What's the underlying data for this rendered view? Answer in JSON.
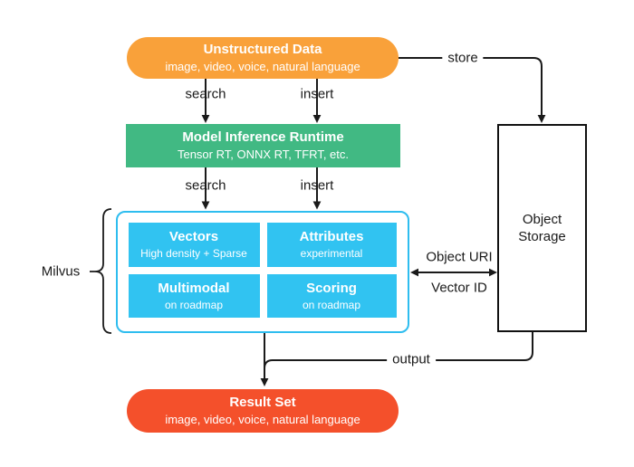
{
  "colors": {
    "orange": "#F9A13A",
    "green": "#41B983",
    "cyan_cell": "#31C3F1",
    "cyan_border": "#2EBDEF",
    "red": "#F4502B",
    "line": "#1A1A1A"
  },
  "nodes": {
    "unstructured_data": {
      "title": "Unstructured Data",
      "subtitle": "image, video, voice, natural language"
    },
    "model_inference_runtime": {
      "title": "Model Inference Runtime",
      "subtitle": "Tensor RT, ONNX RT, TFRT, etc."
    },
    "milvus": {
      "label": "Milvus",
      "cells": [
        {
          "title": "Vectors",
          "subtitle": "High density + Sparse"
        },
        {
          "title": "Attributes",
          "subtitle": "experimental"
        },
        {
          "title": "Multimodal",
          "subtitle": "on roadmap"
        },
        {
          "title": "Scoring",
          "subtitle": "on roadmap"
        }
      ]
    },
    "object_storage": {
      "title": "Object Storage"
    },
    "result_set": {
      "title": "Result Set",
      "subtitle": "image, video, voice, natural language"
    }
  },
  "edge_labels": {
    "search_top": "search",
    "insert_top": "insert",
    "search_mid": "search",
    "insert_mid": "insert",
    "store": "store",
    "output": "output",
    "object_uri": "Object URI",
    "vector_id": "Vector ID"
  }
}
